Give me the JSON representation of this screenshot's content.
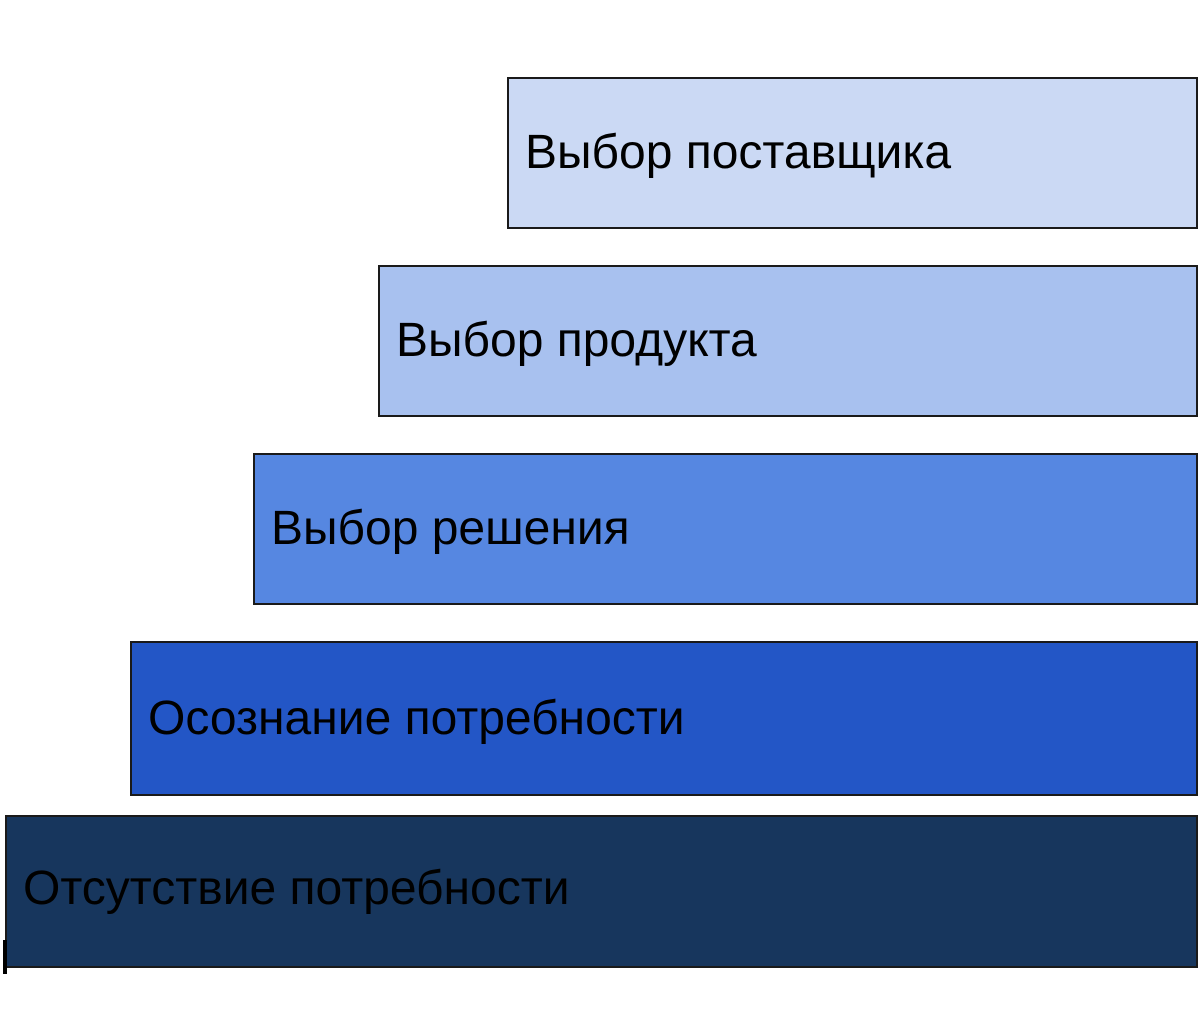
{
  "steps": [
    {
      "label": "Выбор поставщика",
      "color": "#cbd9f4"
    },
    {
      "label": "Выбор продукта",
      "color": "#a8c1ef"
    },
    {
      "label": "Выбор решения",
      "color": "#5687e1"
    },
    {
      "label": "Осознание потребности",
      "color": "#2356c6"
    },
    {
      "label": "Отсутствие потребности",
      "color": "#17365d"
    }
  ]
}
